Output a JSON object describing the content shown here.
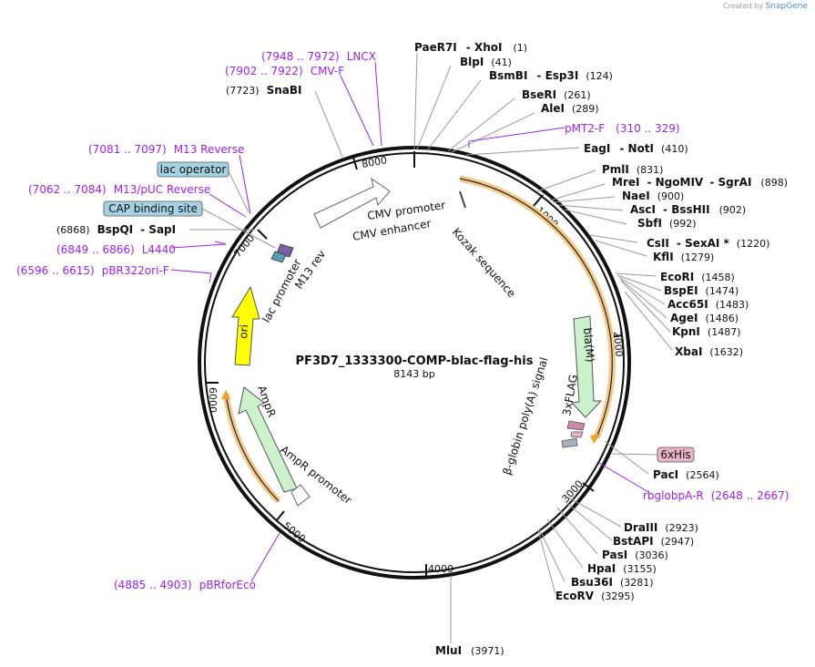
{
  "credit": {
    "prefix": "Created by",
    "brand": "SnapGene"
  },
  "plasmid": {
    "name": "PF3D7_1333300-COMP-blac-flag-his",
    "length": "8143 bp"
  },
  "ticks": [
    "1000",
    "2000",
    "3000",
    "4000",
    "5000",
    "6000",
    "7000",
    "8000"
  ],
  "enzymes": [
    {
      "name": "PaeR7I",
      "name2": "XhoI",
      "pos": "(1)"
    },
    {
      "name": "BlpI",
      "pos": "(41)"
    },
    {
      "name": "BsmBI",
      "name2": "Esp3I",
      "pos": "(124)"
    },
    {
      "name": "BseRI",
      "pos": "(261)"
    },
    {
      "name": "AleI",
      "pos": "(289)"
    },
    {
      "name": "EagI",
      "name2": "NotI",
      "pos": "(410)"
    },
    {
      "name": "PmlI",
      "pos": "(831)"
    },
    {
      "name": "MreI",
      "name2": "NgoMIV",
      "name3": "SgrAI",
      "pos": "(898)"
    },
    {
      "name": "NaeI",
      "pos": "(900)"
    },
    {
      "name": "AscI",
      "name2": "BssHII",
      "pos": "(902)"
    },
    {
      "name": "SbfI",
      "pos": "(992)"
    },
    {
      "name": "CsII",
      "name2": "SexAI *",
      "pos": "(1220)"
    },
    {
      "name": "KflI",
      "pos": "(1279)"
    },
    {
      "name": "EcoRI",
      "pos": "(1458)"
    },
    {
      "name": "BspEI",
      "pos": "(1474)"
    },
    {
      "name": "Acc65I",
      "pos": "(1483)"
    },
    {
      "name": "AgeI",
      "pos": "(1486)"
    },
    {
      "name": "KpnI",
      "pos": "(1487)"
    },
    {
      "name": "XbaI",
      "pos": "(1632)"
    },
    {
      "name": "PacI",
      "pos": "(2564)"
    },
    {
      "name": "DraIII",
      "pos": "(2923)"
    },
    {
      "name": "BstAPI",
      "pos": "(2947)"
    },
    {
      "name": "PasI",
      "pos": "(3036)"
    },
    {
      "name": "HpaI",
      "pos": "(3155)"
    },
    {
      "name": "Bsu36I",
      "pos": "(3281)"
    },
    {
      "name": "EcoRV",
      "pos": "(3295)"
    },
    {
      "name": "MluI",
      "pos": "(3971)"
    },
    {
      "name": "SnaBI",
      "pos": "(7723)"
    },
    {
      "name": "BspQI",
      "name2": "SapI",
      "pos": "(6868)"
    }
  ],
  "primers": [
    {
      "range": "(7948 .. 7972)",
      "name": "LNCX"
    },
    {
      "range": "(7902 .. 7922)",
      "name": "CMV-F"
    },
    {
      "name": "pMT2-F",
      "range": "(310 .. 329)"
    },
    {
      "range": "(7081 .. 7097)",
      "name": "M13 Reverse"
    },
    {
      "range": "(7062 .. 7084)",
      "name": "M13/pUC Reverse"
    },
    {
      "range": "(6849 .. 6866)",
      "name": "L4440"
    },
    {
      "range": "(6596 .. 6615)",
      "name": "pBR322ori-F"
    },
    {
      "name": "rbglobpA-R",
      "range": "(2648 .. 2667)"
    },
    {
      "range": "(4885 .. 4903)",
      "name": "pBRforEco"
    }
  ],
  "boxed_features": [
    "lac operator",
    "CAP binding site",
    "6xHis"
  ],
  "features": {
    "cmv_promoter": "CMV promoter",
    "cmv_enhancer": "CMV enhancer",
    "kozak": "Kozak sequence",
    "bla": "bla(M)",
    "flag": "3xFLAG",
    "polya": "β-globin poly(A) signal",
    "ampr": "AmpR",
    "ampr_promoter": "AmpR promoter",
    "ori": "ori",
    "lac_promoter": "lac promoter",
    "m13rev": "M13 rev"
  },
  "colors": {
    "primer": "#a020f0",
    "backbone": "#111111",
    "gene": "#ccf2cc",
    "ori": "#ffff00",
    "orange": "#f0a030",
    "boxblue": "#a6d3e3",
    "boxpink": "#e8b4c8"
  }
}
